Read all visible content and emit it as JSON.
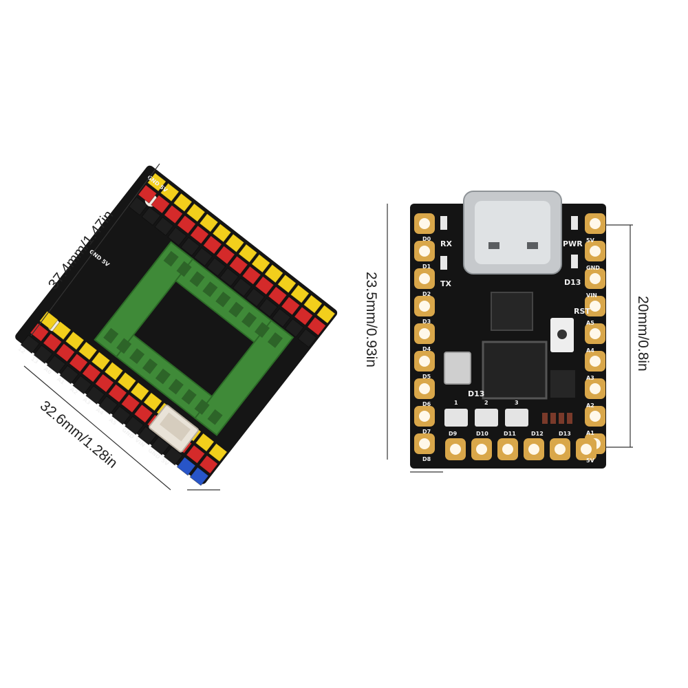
{
  "dimensions": {
    "shield_width": "37.4mm/1.47in",
    "shield_height": "32.6mm/1.28in",
    "board_height": "23.5mm/0.93in",
    "board_pin_span": "20mm/0.8in"
  },
  "board_silkscreen": {
    "left_pins": [
      "D0",
      "D1",
      "D2",
      "D3",
      "D4",
      "D5",
      "D6",
      "D7",
      "D8"
    ],
    "right_pins": [
      "5V",
      "GND",
      "VIN",
      "A5",
      "A4",
      "A3",
      "A2",
      "A1",
      "5V"
    ],
    "bottom_pins": [
      "D9",
      "D10",
      "D11",
      "D12",
      "D13"
    ],
    "leds": {
      "rx": "RX",
      "tx": "TX",
      "pwr": "PWR",
      "d13": "D13",
      "rst": "RST",
      "d13_lower": "D13"
    },
    "led_numbers": [
      "1",
      "2",
      "3"
    ]
  },
  "shield_silkscreen": {
    "top_header": "GND 5V",
    "side_header": "GND 5V",
    "bottom_pins": [
      "12",
      "13",
      "A0",
      "A1",
      "A2",
      "A3",
      "A4",
      "A5",
      "GND",
      "VIN",
      "GND",
      "5V"
    ]
  },
  "colors": {
    "pcb": "#141414",
    "pad_gold": "#d9a74a",
    "header_yellow": "#f2cf1c",
    "header_red": "#d42a2a",
    "header_black": "#1e1e1e",
    "header_blue": "#2855c8",
    "terminal_green": "#3f8a38"
  }
}
